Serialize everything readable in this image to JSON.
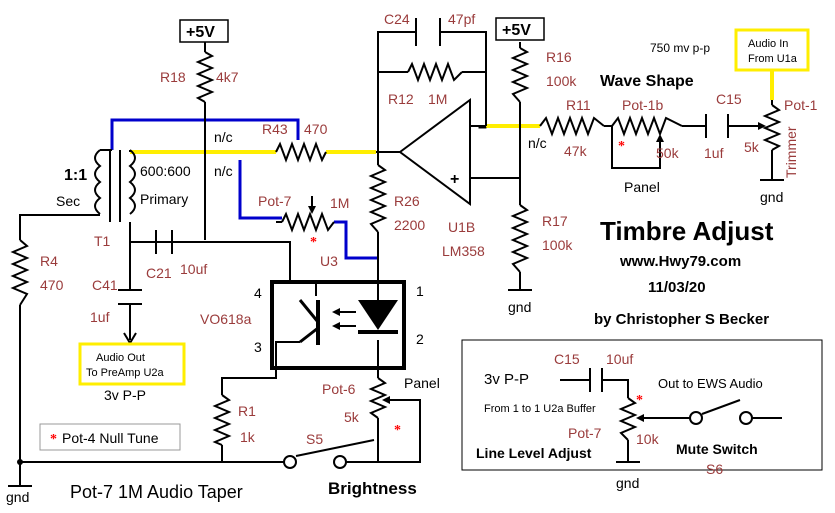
{
  "labels": {
    "v5_a": "+5V",
    "v5_b": "+5V",
    "r18": "R18",
    "r18_val": "4k7",
    "c24": "C24",
    "c24_val": "47pf",
    "r16": "R16",
    "r16_val": "100k",
    "r12": "R12",
    "r12_val": "1M",
    "r43": "R43",
    "r43_val": "470",
    "nc1": "n/c",
    "nc2": "n/c",
    "nc3": "n/c",
    "ratio": "1:1",
    "sec": "Sec",
    "pri_imp": "600:600",
    "primary": "Primary",
    "pot7": "Pot-7",
    "pot7_val": "1M",
    "r26": "R26",
    "r26_val": "2200",
    "u1b": "U1B",
    "lm358": "LM358",
    "r17": "R17",
    "r17_val": "100k",
    "t1": "T1",
    "c21": "C21",
    "c21_val": "10uf",
    "u3": "U3",
    "r4": "R4",
    "r4_val": "470",
    "c41": "C41",
    "c41_val": "1uf",
    "vo618a": "VO618a",
    "pin4": "4",
    "pin3": "3",
    "pin1": "1",
    "pin2": "2",
    "pot6": "Pot-6",
    "pot6_val": "5k",
    "panel_a": "Panel",
    "r1": "R1",
    "r1_val": "1k",
    "s5": "S5",
    "r11": "R11",
    "r11_val": "47k",
    "pot1b": "Pot-1b",
    "pot1b_val": "50k",
    "c15": "C15",
    "c15_val": "1uf",
    "pot1": "Pot-1",
    "pot1_val": "5k",
    "trimmer": "Trimmer",
    "panel_b": "Panel",
    "mv": "750 mv p-p",
    "wave_shape": "Wave Shape",
    "gnd1": "gnd",
    "gnd2": "gnd",
    "gnd3": "gnd",
    "gnd4": "gnd",
    "plus": "+",
    "minus": "–",
    "star": "*"
  },
  "boxes": {
    "audio_in_1": "Audio In",
    "audio_in_2": "From U1a",
    "audio_out_1": "Audio Out",
    "audio_out_2": "To PreAmp U2a",
    "null_tune": "Pot-4 Null Tune"
  },
  "voltage_out": "3v P-P",
  "titles": {
    "timbre": "Timbre Adjust",
    "url": "www.Hwy79.com",
    "date": "11/03/20",
    "author": "by Christopher S Becker",
    "pot7_note": "Pot-7 1M Audio Taper",
    "brightness": "Brightness"
  },
  "inset": {
    "c15": "C15",
    "c15_val": "10uf",
    "vpp": "3v P-P",
    "from": "From 1 to 1 U2a Buffer",
    "out_ews": "Out to EWS Audio",
    "pot7": "Pot-7",
    "pot7_val": "10k",
    "line_level": "Line Level Adjust",
    "mute": "Mute Switch",
    "s6": "S6",
    "gnd": "gnd"
  }
}
